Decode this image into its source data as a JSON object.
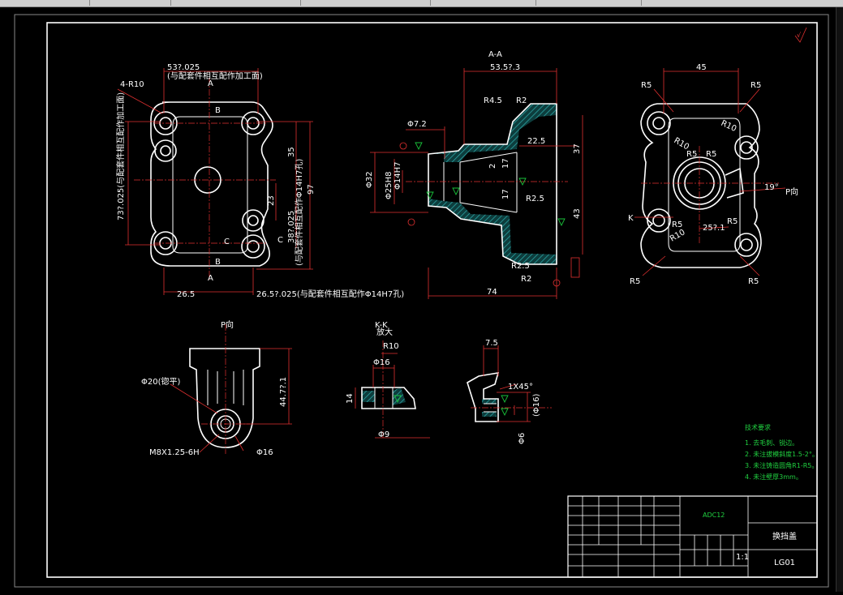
{
  "colors": {
    "background": "#000000",
    "outline": "#ffffff",
    "dimension": "#e03030",
    "note": "#20d040"
  },
  "dims": {
    "top_width": "53?.025",
    "top_width_note": "(与配套件相互配作加工面)",
    "corner_radius": "4-R10",
    "left_height": "73?.025(与配套件相互配作加工面)",
    "right_35": "35",
    "right_97": "97",
    "right_23": "23",
    "right_387": "38?.025",
    "right_387_note": "(与配套件相互配作Φ14H7孔)",
    "bottom_265": "26.5",
    "bottom_2657": "26.5?.025(与配套件相互配作Φ14H7孔)",
    "section_label": "A-A",
    "sec_5357": "53.5?.3",
    "sec_r45": "R4.5",
    "sec_r2_top": "R2",
    "sec_225": "22.5",
    "sec_37": "37",
    "sec_872": "Φ7.2",
    "sec_32": "Φ32",
    "sec_25h8": "Φ25H8",
    "sec_14h7": "Φ14H7",
    "sec_2": "2",
    "sec_17a": "17",
    "sec_17b": "17",
    "sec_r25": "R2.5",
    "sec_43": "43",
    "sec_r25b": "R2.5",
    "sec_r2b": "R2",
    "sec_74": "74",
    "right_45": "45",
    "rv_r5_tl": "R5",
    "rv_r5_tr": "R5",
    "rv_r10_a": "R10",
    "rv_r10_b": "R10",
    "rv_r5_c": "R5",
    "rv_r5_d": "R5",
    "rv_19": "19°",
    "rv_p": "P向",
    "rv_r5_e": "R5",
    "rv_r5_f": "R5",
    "rv_257": "25?.1",
    "rv_r10_c": "R10",
    "rv_k": "K",
    "rv_r5_bl": "R5",
    "rv_r5_br": "R5",
    "p_label": "P向",
    "p_20": "Φ20(锪平)",
    "p_4477": "44.7?.1",
    "p_m8": "M8X1.25-6H",
    "p_16": "Φ16",
    "kk_label": "K-K",
    "kk_sub": "放大",
    "kk_r10": "R10",
    "kk_16": "Φ16",
    "kk_14": "14",
    "kk_9": "Φ9",
    "d_75": "7.5",
    "d_1x45": "1X45°",
    "d_16": "(Φ16)",
    "d_6": "Φ6",
    "lab_a": "A",
    "lab_b": "B",
    "lab_c": "C"
  },
  "notes": {
    "title": "技术要求",
    "items": [
      "1. 去毛刺、锐边。",
      "2. 未注拔模斜度1.5-2°。",
      "3. 未注铸造圆角R1-R5。",
      "4. 未注壁厚3mm。"
    ]
  },
  "title_block": {
    "material": "ADC12",
    "part_name": "换挡盖",
    "code": "LG01",
    "scale": "1:1"
  }
}
